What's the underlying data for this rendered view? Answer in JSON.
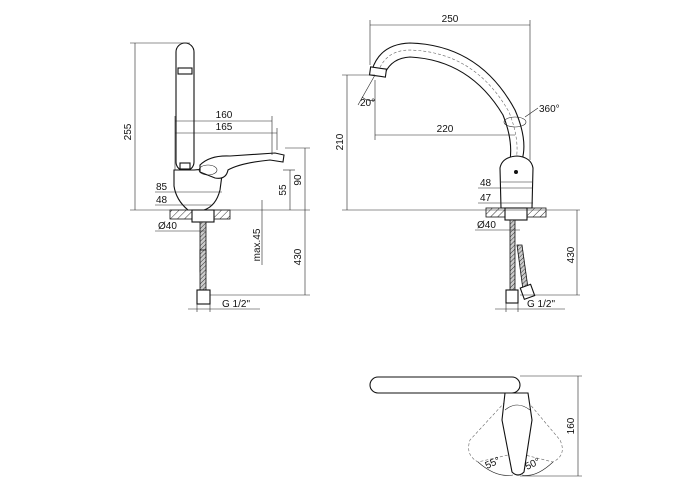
{
  "side_view": {
    "height_total": "255",
    "reach_a": "160",
    "reach_b": "165",
    "lever_height": "90",
    "body_height": "55",
    "body_width_a": "85",
    "body_width_b": "48",
    "hole_diameter": "Ø40",
    "max_deck": "max.45",
    "hose_length": "430",
    "thread": "G 1/2\""
  },
  "front_view": {
    "spout_width": "250",
    "spout_reach": "220",
    "spout_height": "210",
    "spout_angle": "20°",
    "rotation": "360°",
    "body_width_a": "48",
    "body_width_b": "47",
    "hole_diameter": "Ø40",
    "hose_length": "430",
    "thread": "G 1/2\""
  },
  "top_view": {
    "depth": "160",
    "angle_left": "55°",
    "angle_right": "50°"
  }
}
